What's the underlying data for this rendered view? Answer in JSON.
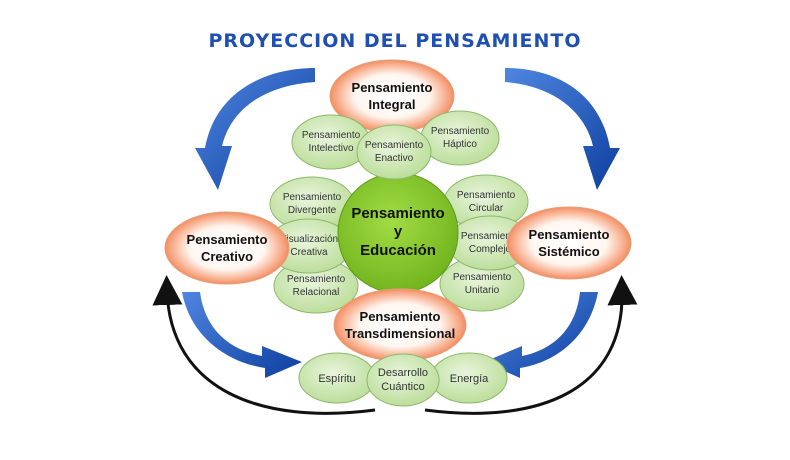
{
  "title": "PROYECCION DEL PENSAMIENTO",
  "center": [
    "Pensamiento",
    "y",
    "Educación"
  ],
  "main_nodes": {
    "integral": [
      "Pensamiento",
      "Integral"
    ],
    "creativo": [
      "Pensamiento",
      "Creativo"
    ],
    "sistemico": [
      "Pensamiento",
      "Sistémico"
    ],
    "transdimensional": [
      "Pensamiento",
      "Transdimensional"
    ]
  },
  "sub_nodes": {
    "intelectivo": [
      "Pensamiento",
      "Intelectivo"
    ],
    "enactivo": [
      "Pensamiento",
      "Enactivo"
    ],
    "haptico": [
      "Pensamiento",
      "Háptico"
    ],
    "divergente": [
      "Pensamiento",
      "Divergente"
    ],
    "visualizacion": [
      "Visualización",
      "Creativa"
    ],
    "relacional": [
      "Pensamiento",
      "Relacional"
    ],
    "circular": [
      "Pensamiento",
      "Circular"
    ],
    "complejo": [
      "Pensamiento",
      "Complejo"
    ],
    "unitario": [
      "Pensamiento",
      "Unitario"
    ],
    "espiritu": [
      "Espíritu"
    ],
    "desarrollo": [
      "Desarrollo",
      "Cuántico"
    ],
    "energia": [
      "Energía"
    ]
  },
  "colors": {
    "title": "#1f4fb0",
    "center_fill": "#8ccc2e",
    "sub_fill": "#cfe8b4",
    "main_fill_top": "#ffffff",
    "main_fill_orange": "#f07b4a",
    "arrow_blue": "#1f5ec8",
    "arrow_black": "#111111"
  }
}
